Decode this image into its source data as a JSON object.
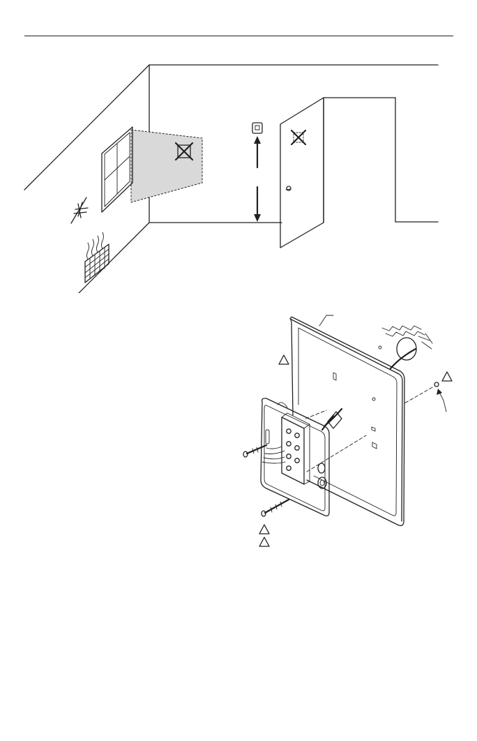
{
  "page": {
    "background": "#ffffff",
    "line_color": "#231f20",
    "shade_color": "#d9d9d9"
  },
  "figures": [
    {
      "name": "thermostat-location-illustration",
      "icons": [
        "window-icon",
        "no-sun-icon",
        "heater-icon",
        "door-icon",
        "thermostat-icon",
        "avoid-mark-icon"
      ]
    },
    {
      "name": "wallplate-mounting-illustration",
      "icons": [
        "wallplate",
        "mounting-subbase",
        "screw-icon",
        "anchor-icon",
        "callout-triangle-icon"
      ]
    }
  ]
}
